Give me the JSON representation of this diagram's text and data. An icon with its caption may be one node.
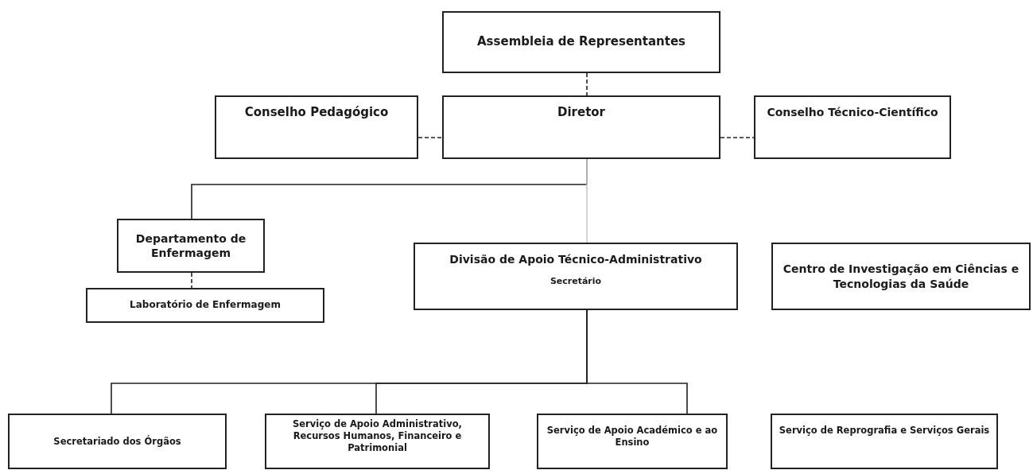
{
  "diagram": {
    "nodes": [
      {
        "text": [
          "Assembleia de Representantes"
        ]
      },
      {
        "text": [
          "Conselho Pedagógico"
        ]
      },
      {
        "text": [
          "Diretor"
        ]
      },
      {
        "text": [
          "Conselho Técnico-Científico"
        ]
      },
      {
        "text": [
          "Departamento de Enfermagem"
        ]
      },
      {
        "text": [
          "Laboratório de Enfermagem"
        ]
      },
      {
        "text": [
          "Divisão de Apoio Técnico-Administrativo",
          "Secretário"
        ]
      },
      {
        "text": [
          "Centro de Investigação em Ciências e Tecnologias da Saúde"
        ]
      },
      {
        "text": [
          "Secretariado dos Órgãos"
        ]
      },
      {
        "text": [
          "Serviço de Apoio Administrativo, Recursos Humanos, Financeiro e Patrimonial"
        ]
      },
      {
        "text": [
          "Serviço de Apoio Académico e ao Ensino"
        ]
      },
      {
        "text": [
          "Serviço de Reprografia e Serviços Gerais"
        ]
      }
    ],
    "edges": [
      {
        "from": 0,
        "to": 2,
        "arrow": "none",
        "style": "dashed"
      },
      {
        "from": 1,
        "to": 2,
        "arrow": "none",
        "style": "dashed"
      },
      {
        "from": 2,
        "to": 3,
        "arrow": "none",
        "style": "dashed"
      },
      {
        "from": 2,
        "to": 4,
        "arrow": "none"
      },
      {
        "from": 2,
        "to": 6,
        "arrow": "none",
        "color": "#c8c8c8"
      },
      {
        "from": 4,
        "to": 5,
        "arrow": "none",
        "style": "dashed"
      },
      {
        "from": 6,
        "to": 8,
        "arrow": "none"
      },
      {
        "from": 6,
        "to": 9,
        "arrow": "none"
      },
      {
        "from": 6,
        "to": 10,
        "arrow": "none"
      }
    ]
  }
}
